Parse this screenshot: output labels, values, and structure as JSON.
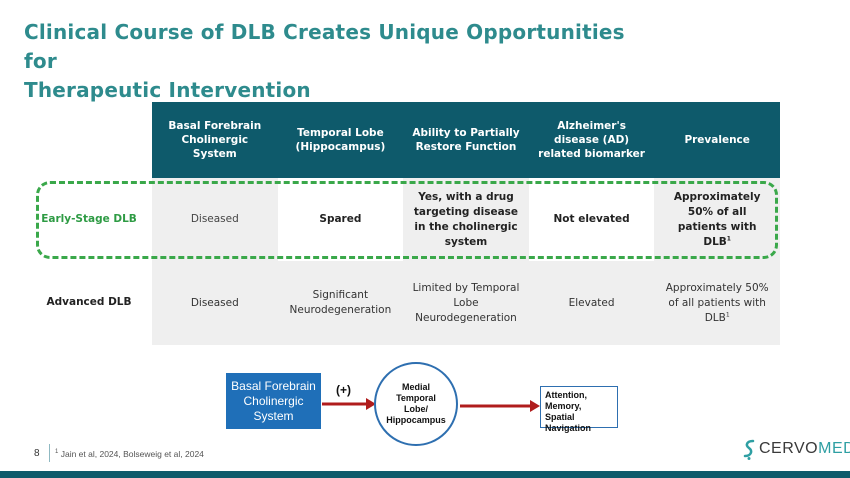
{
  "title": {
    "line1": "Clinical Course of DLB Creates Unique Opportunities for",
    "line2": "Therapeutic Intervention"
  },
  "table": {
    "headers": [
      "Basal Forebrain Cholinergic System",
      "Temporal Lobe (Hippocampus)",
      "Ability to Partially Restore Function",
      "Alzheimer's disease (AD) related biomarker",
      "Prevalence"
    ],
    "rows": [
      {
        "label": "Early-Stage DLB",
        "cells": [
          "Diseased",
          "Spared",
          "Yes, with a drug targeting disease in the cholinergic system",
          "Not elevated",
          "Approximately 50% of all patients with DLB"
        ],
        "footnote_mark": "1"
      },
      {
        "label": "Advanced DLB",
        "cells": [
          "Diseased",
          "Significant Neurodegeneration",
          "Limited by Temporal Lobe Neurodegeneration",
          "Elevated",
          "Approximately 50% of all patients with DLB"
        ],
        "footnote_mark": "1"
      }
    ]
  },
  "diagram": {
    "source_lines": [
      "Basal Forebrain",
      "Cholinergic",
      "System"
    ],
    "connector": "(+)",
    "target_lines": [
      "Medial",
      "Temporal",
      "Lobe/",
      "Hippocampus"
    ],
    "outcome_lines": [
      "Attention,",
      "Memory,",
      "Spatial Navigation"
    ]
  },
  "footer": {
    "page_number": "8",
    "footnote_mark": "1",
    "footnote": "Jain et al, 2024, Bolseweig et al, 2024",
    "logo_left": "CERVO",
    "logo_right": "MED"
  },
  "colors": {
    "title": "#2e8b8d",
    "header_bg": "#0e5a6b",
    "early_label": "#2e9b44",
    "dash_border": "#3aa84a",
    "source_box": "#1f6fb8",
    "arrow": "#b01c1c"
  },
  "icons": {
    "logo_mark": "cervomed-logo-icon",
    "arrows": "right-arrow-icon"
  }
}
